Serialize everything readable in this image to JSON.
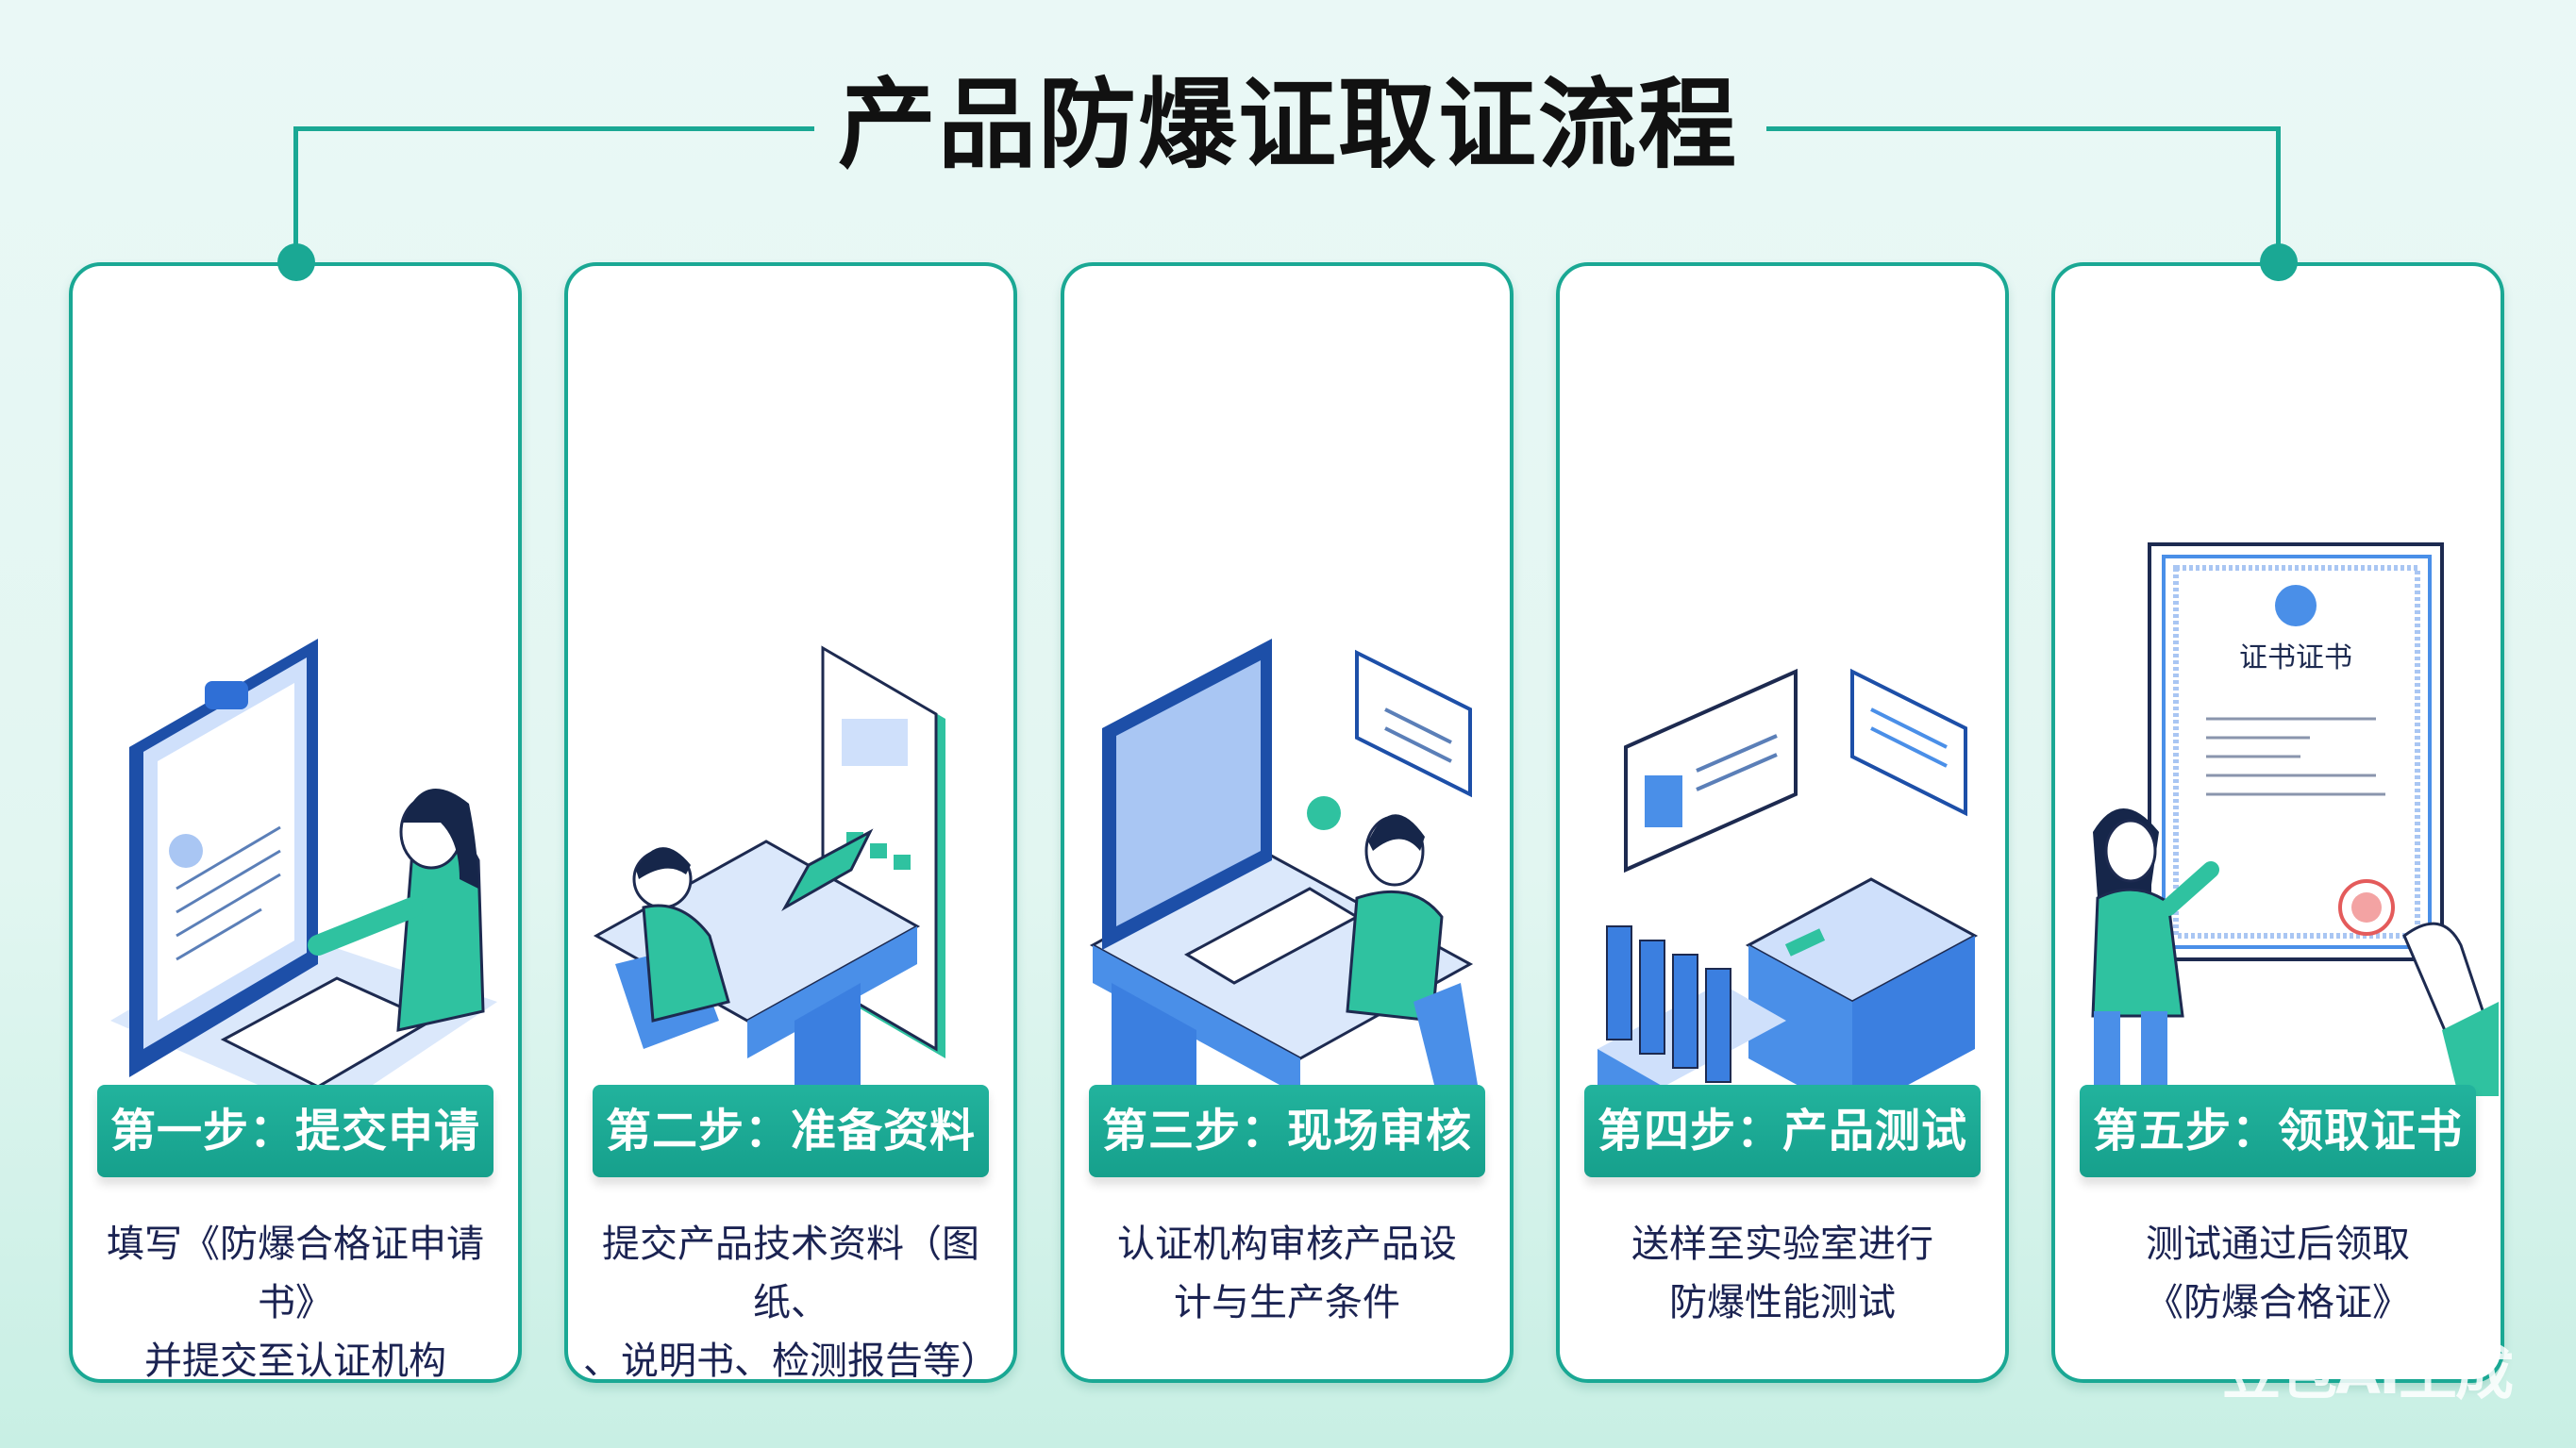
{
  "title": "产品防爆证取证流程",
  "colors": {
    "accent": "#1aa894",
    "text": "#1b2352",
    "illustration_blue": "#4a8fe8",
    "illustration_green": "#2fc2a0"
  },
  "steps": [
    {
      "label": "第一步：提交申请",
      "desc_lines": [
        "填写《防爆合格证申请书》",
        "并提交至认证机构"
      ],
      "icon": "clipboard-application-icon"
    },
    {
      "label": "第二步：准备资料",
      "desc_lines": [
        "提交产品技术资料（图纸、",
        "、说明书、检测报告等）"
      ],
      "icon": "desk-laptop-documents-icon"
    },
    {
      "label": "第三步：现场审核",
      "desc_lines": [
        "认证机构审核产品设",
        "计与生产条件"
      ],
      "icon": "computer-workstation-icon"
    },
    {
      "label": "第四步：产品测试",
      "desc_lines": [
        "送样至实验室进行",
        "防爆性能测试"
      ],
      "icon": "lab-testing-equipment-icon"
    },
    {
      "label": "第五步：领取证书",
      "desc_lines": [
        "测试通过后领取",
        "《防爆合格证》"
      ],
      "icon": "certificate-icon",
      "certificate_title": "证书证书"
    }
  ],
  "watermark": "豆包AI生成"
}
